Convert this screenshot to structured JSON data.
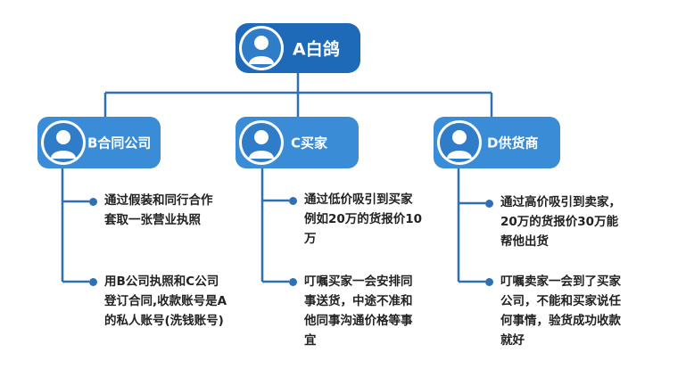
{
  "root": {
    "label": "A白鸽"
  },
  "children": [
    {
      "label": "B合同公司",
      "items": [
        {
          "lines": [
            "通过假装和同行合作",
            "套取一张营业执照"
          ]
        },
        {
          "lines": [
            "用B公司执照和C公司",
            "登订合同,收款账号是A",
            "的私人账号(洗钱账号)"
          ]
        }
      ]
    },
    {
      "label": "C买家",
      "items": [
        {
          "lines": [
            "通过低价吸引到买家",
            "例如20万的货报价10",
            "万"
          ]
        },
        {
          "lines": [
            "叮嘱买家一会安排同",
            "事送货，中途不准和",
            "他同事沟通价格等事",
            "宜"
          ]
        }
      ]
    },
    {
      "label": "D供货商",
      "items": [
        {
          "lines": [
            "通过高价吸引到卖家，",
            "20万的货报价30万能",
            "帮他出货"
          ]
        },
        {
          "lines": [
            "叮嘱卖家一会到了买家",
            "公司，不能和买家说任",
            "何事情，验货成功收款",
            "就好"
          ]
        }
      ]
    }
  ],
  "colors": {
    "root_fill": "#1e6ab8",
    "child_fill": "#3b8cd6",
    "connector": "#2f6fb3",
    "text": "#222222"
  },
  "icons": {
    "avatar": "person-avatar-icon",
    "bullet": "bullet-dot-icon"
  }
}
